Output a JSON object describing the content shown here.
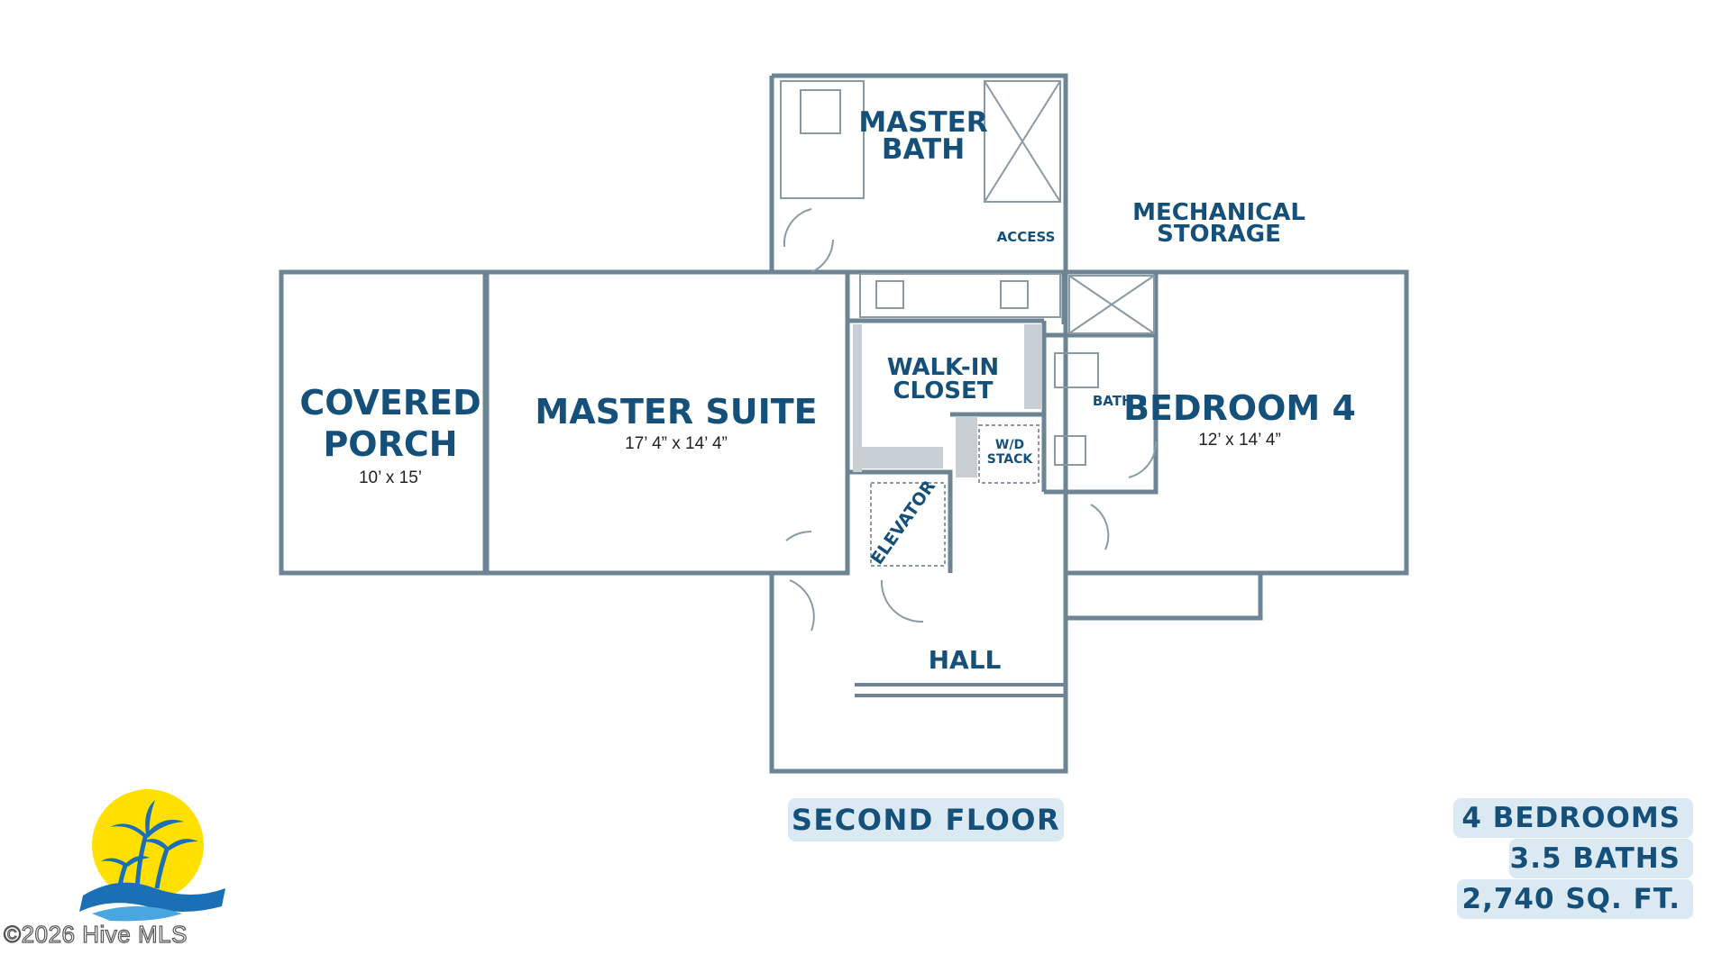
{
  "rooms": {
    "covered_porch": {
      "title_line1": "COVERED",
      "title_line2": "PORCH",
      "dims": "10’ x 15’"
    },
    "master_suite": {
      "title": "MASTER SUITE",
      "dims": "17’ 4” x 14’ 4”"
    },
    "master_bath": {
      "title_line1": "MASTER",
      "title_line2": "BATH"
    },
    "mechanical_storage": {
      "title_line1": "MECHANICAL",
      "title_line2": "STORAGE"
    },
    "access": "ACCESS",
    "walk_in_closet": {
      "title_line1": "WALK-IN",
      "title_line2": "CLOSET"
    },
    "bath_2": "BATH 2",
    "wd_stack": {
      "line1": "W/D",
      "line2": "STACK"
    },
    "elevator": "ELEVATOR",
    "bedroom_4": {
      "title": "BEDROOM 4",
      "dims": "12’ x 14’ 4”"
    },
    "hall": "HALL"
  },
  "floor_label": "SECOND FLOOR",
  "stats": {
    "bedrooms": "4 BEDROOMS",
    "baths": "3.5 BATHS",
    "sqft": "2,740 SQ. FT."
  },
  "copyright": "©2026 Hive MLS",
  "colors": {
    "wall": "#6c8494",
    "label": "#15507a",
    "pill": "#dbe9f3",
    "logo_sun": "#ffe000",
    "logo_water": "#1a6fb5"
  }
}
